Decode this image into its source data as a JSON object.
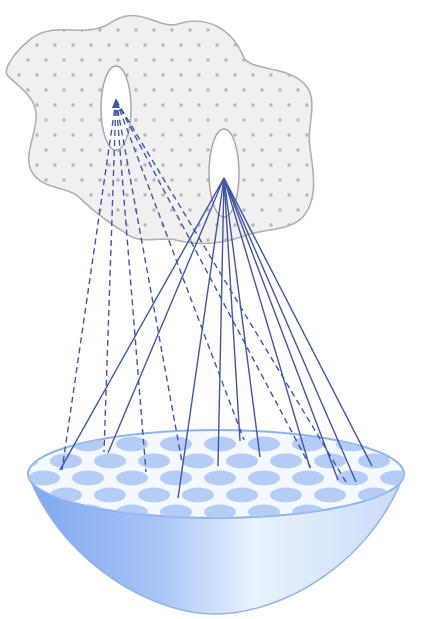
{
  "colors": {
    "background": "#ffffff",
    "patch_fill": "#f0f0f0",
    "patch_stroke": "#b0b0b0",
    "patch_dot": "#b8b8b8",
    "opening_fill": "#ffffff",
    "opening_stroke": "#a8a8a8",
    "ray": "#4055a8",
    "dish_rim": "#8fb3ec",
    "dish_body_dark": "#8ab0f2",
    "dish_body_light": "#f4f8ff",
    "cell": "#a9c4f3"
  },
  "diagram": {
    "elements": [
      {
        "name": "dotted-irregular-patch",
        "shape": "irregular blob with dot texture"
      },
      {
        "name": "left-opening",
        "shape": "white ellipse",
        "ray_style": "dashed"
      },
      {
        "name": "right-opening",
        "shape": "white ellipse",
        "ray_style": "solid"
      },
      {
        "name": "bowl",
        "shape": "hemispherical dish with circular cells on top surface"
      }
    ],
    "dashed_ray_count": 7,
    "solid_ray_count": 10
  }
}
